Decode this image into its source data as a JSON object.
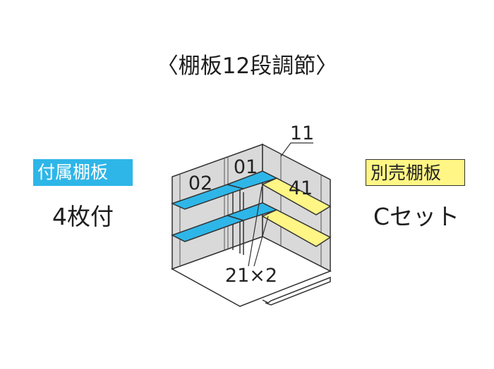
{
  "title": "〈棚板12段調節〉",
  "included": {
    "badge": "付属棚板",
    "count": "4枚付"
  },
  "separate": {
    "badge": "別売棚板",
    "set": "Cセット"
  },
  "diagram": {
    "labels": {
      "l02": "02",
      "l01": "01",
      "l11": "11",
      "l41": "41",
      "l21": "21×2"
    },
    "colors": {
      "included_shelf": "#2eb6e8",
      "separate_shelf": "#fff685",
      "wall": "#d9d9d9",
      "line": "#333333"
    }
  }
}
